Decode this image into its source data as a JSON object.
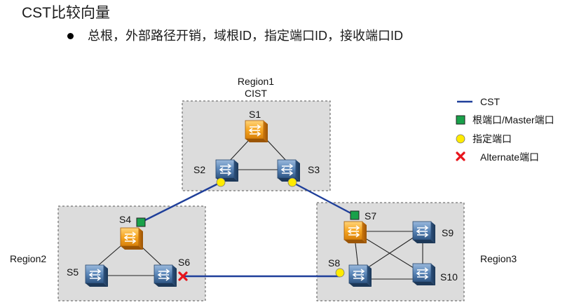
{
  "slide": {
    "title": "CST比较向量",
    "bullet": "总根，外部路径开销，域根ID，指定端口ID，接收端口ID"
  },
  "regions": {
    "region1": {
      "name": "Region1",
      "subtitle": "CIST"
    },
    "region2": {
      "name": "Region2"
    },
    "region3": {
      "name": "Region3"
    }
  },
  "switches": {
    "s1": "S1",
    "s2": "S2",
    "s3": "S3",
    "s4": "S4",
    "s5": "S5",
    "s6": "S6",
    "s7": "S7",
    "s8": "S8",
    "s9": "S9",
    "s10": "S10"
  },
  "legend": {
    "cst": "CST",
    "root_port": "根端口/Master端口",
    "designated_port": "指定端口",
    "alternate_port": "Alternate端口"
  },
  "colors": {
    "cst_line": "#1f3f9a",
    "root_port": "#19a14a",
    "designated_port": "#ffeb00",
    "alternate_port": "#e8141b",
    "region_fill": "#dcdcdc",
    "root_switch": "#f4a21f",
    "normal_switch": "#3f6f9f"
  },
  "icons": {
    "switch": "switch-icon",
    "root_switch": "root-switch-icon"
  }
}
